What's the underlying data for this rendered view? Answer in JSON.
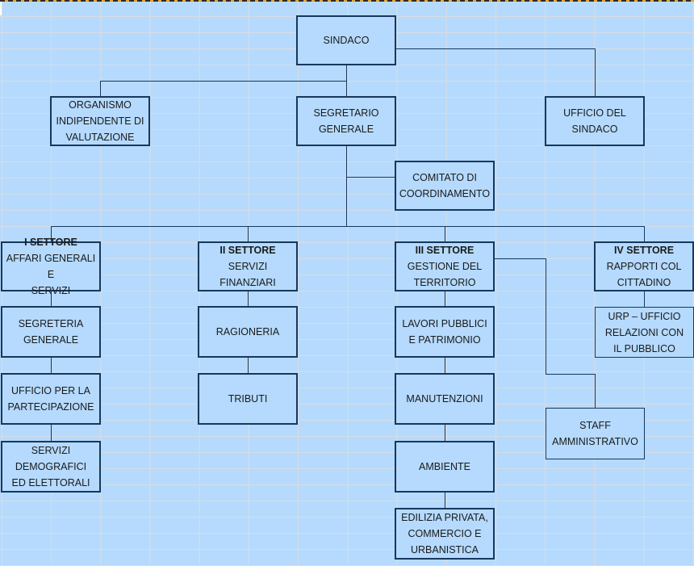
{
  "colors": {
    "background": "#b5dafd",
    "border": "#17375e",
    "grid": "#d9dde2"
  },
  "nodes": {
    "sindaco": {
      "lines": [
        "SINDACO"
      ]
    },
    "oiv": {
      "lines": [
        "ORGANISMO",
        "INDIPENDENTE DI",
        "VALUTAZIONE"
      ]
    },
    "segretario": {
      "lines": [
        "SEGRETARIO",
        "GENERALE"
      ]
    },
    "ufficio_sindaco": {
      "lines": [
        "UFFICIO DEL",
        "SINDACO"
      ]
    },
    "comitato": {
      "lines": [
        "COMITATO DI",
        "COORDINAMENTO"
      ]
    },
    "settore1": {
      "title": "I SETTORE",
      "lines": [
        "AFFARI GENERALI E",
        "SERVIZI"
      ]
    },
    "settore2": {
      "title": "II SETTORE",
      "lines": [
        "SERVIZI",
        "FINANZIARI"
      ]
    },
    "settore3": {
      "title": "III SETTORE",
      "lines": [
        "GESTIONE DEL",
        "TERRITORIO"
      ]
    },
    "settore4": {
      "title": "IV SETTORE",
      "lines": [
        "RAPPORTI COL",
        "CITTADINO"
      ]
    },
    "segreteria": {
      "lines": [
        "SEGRETERIA",
        "GENERALE"
      ]
    },
    "partecipazione": {
      "lines": [
        "UFFICIO PER LA",
        "PARTECIPAZIONE"
      ]
    },
    "demografici": {
      "lines": [
        "SERVIZI",
        "DEMOGRAFICI",
        "ED ELETTORALI"
      ]
    },
    "ragioneria": {
      "lines": [
        "RAGIONERIA"
      ]
    },
    "tributi": {
      "lines": [
        "TRIBUTI"
      ]
    },
    "lavori": {
      "lines": [
        "LAVORI PUBBLICI",
        "E PATRIMONIO"
      ]
    },
    "manutenzioni": {
      "lines": [
        "MANUTENZIONI"
      ]
    },
    "ambiente": {
      "lines": [
        "AMBIENTE"
      ]
    },
    "edilizia": {
      "lines": [
        "EDILIZIA PRIVATA,",
        "COMMERCIO E",
        "URBANISTICA"
      ]
    },
    "urp": {
      "lines": [
        "URP – UFFICIO",
        "RELAZIONI CON",
        "IL PUBBLICO"
      ]
    },
    "staff": {
      "lines": [
        "STAFF",
        "AMMINISTRATIVO"
      ]
    }
  }
}
